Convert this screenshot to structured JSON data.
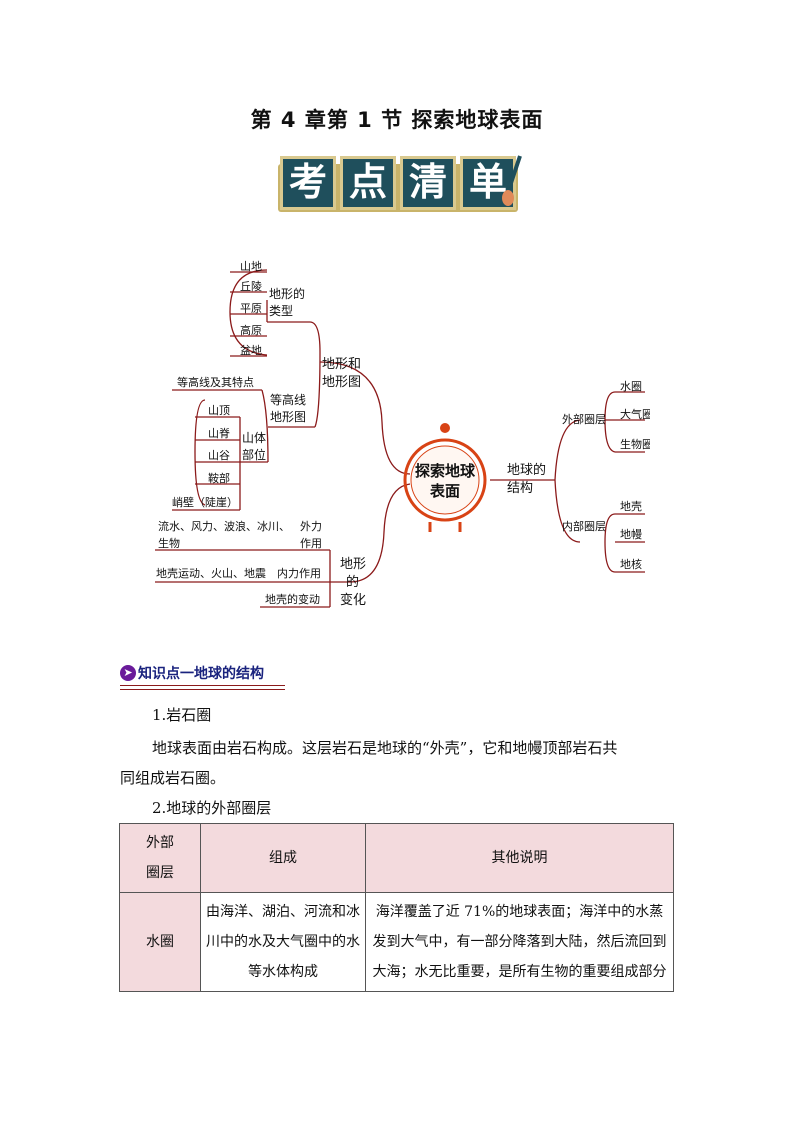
{
  "title": "第 4 章第 1 节  探索地球表面",
  "banner": {
    "chars": [
      "考",
      "点",
      "清",
      "单"
    ]
  },
  "mindmap": {
    "center": [
      "探索地球",
      "表面"
    ],
    "left": {
      "terrain": {
        "label": [
          "地形和",
          "地形图"
        ],
        "types_label": [
          "地形的",
          "类型"
        ],
        "types": [
          "山地",
          "丘陵",
          "平原",
          "高原",
          "盆地"
        ],
        "contour_label": [
          "等高线",
          "地形图"
        ],
        "contour_feature": "等高线及其特点",
        "parts_label": [
          "山体",
          "部位"
        ],
        "parts": [
          "山顶",
          "山脊",
          "山谷",
          "鞍部",
          "峭壁（陡崖）"
        ]
      },
      "change": {
        "label": [
          "地形",
          "的",
          "变化"
        ],
        "external_label": [
          "外力",
          "作用"
        ],
        "external_desc": [
          "流水、风力、波浪、冰川、",
          "生物"
        ],
        "internal_label": "内力作用",
        "internal_desc": "地壳运动、火山、地震",
        "crust": "地壳的变动"
      }
    },
    "right": {
      "label": [
        "地球的",
        "结构"
      ],
      "outer_label": "外部圈层",
      "outer": [
        "水圈",
        "大气圈",
        "生物圈"
      ],
      "inner_label": "内部圈层",
      "inner": [
        "地壳",
        "地幔",
        "地核"
      ]
    }
  },
  "section": {
    "heading": "知识点一地球的结构"
  },
  "paragraphs": {
    "p1_heading": "1.岩石圈",
    "p1_line1": "地球表面由岩石构成。这层岩石是地球的“外壳”，它和地幔顶部岩石共",
    "p1_line2": "同组成岩石圈。",
    "p2_heading": "2.地球的外部圈层"
  },
  "table": {
    "headers": {
      "col1_line1": "外部",
      "col1_line2": "圈层",
      "col2": "组成",
      "col3": "其他说明"
    },
    "rows": [
      {
        "name": "水圈",
        "composition": "由海洋、湖泊、河流和冰川中的水及大气圈中的水等水体构成",
        "notes": "海洋覆盖了近 71%的地球表面；海洋中的水蒸发到大气中，有一部分降落到大陆，然后流回到大海；水无比重要，是所有生物的重要组成部分"
      }
    ]
  },
  "colors": {
    "banner_tile": "#1f4f5c",
    "banner_border": "#d9c98f",
    "mindmap_line": "#8b1a1a",
    "center_ring": "#d84315",
    "table_header_bg": "#f3dadd",
    "section_text": "#1a237e"
  }
}
